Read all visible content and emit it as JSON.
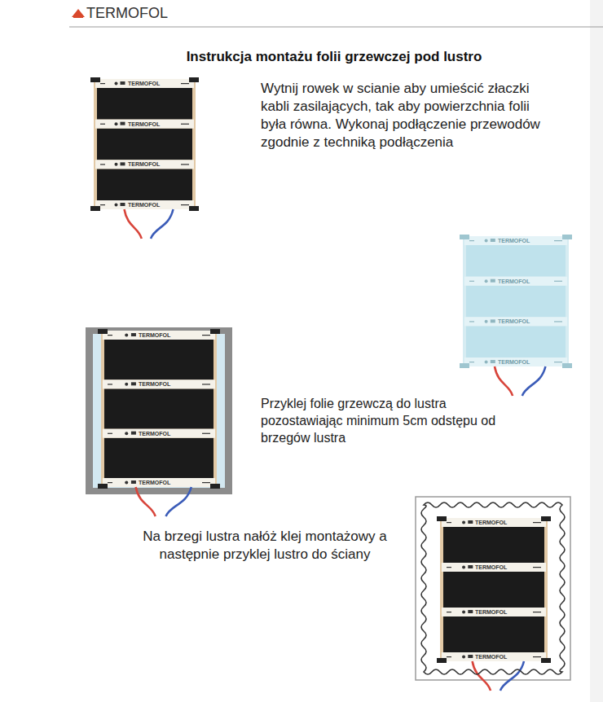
{
  "diagram": {
    "title": "Instrukcja montażu folii grzewczej pod lustro",
    "labels": [
      "TERMOFOL",
      "TERMOFOL",
      "TERMOFOL",
      "TERMOFOL",
      "TERMOFOL",
      "Wytnij rowek w scianie aby umieścić złaczki kabli zasilających, tak aby powierzchnia folii była równa. Wykonaj podłączenie przewodów zgodnie z techniką podłączenia",
      "TERMOFOL",
      "TERMOFOL",
      "TERMOFOL",
      "TERMOFOL",
      "TERMOFOL",
      "TERMOFOL",
      "TERMOFOL",
      "TERMOFOL",
      "Przyklej folie grzewczą do lustra pozostawiając minimum 5cm odstępu od brzegów lustra",
      "Na brzegi lustra nałóż klej montażowy a następnie przyklej lustro do ściany",
      "TERMOFOL",
      "TERMOFOL",
      "TERMOFOL",
      "TERMOFOL"
    ]
  }
}
